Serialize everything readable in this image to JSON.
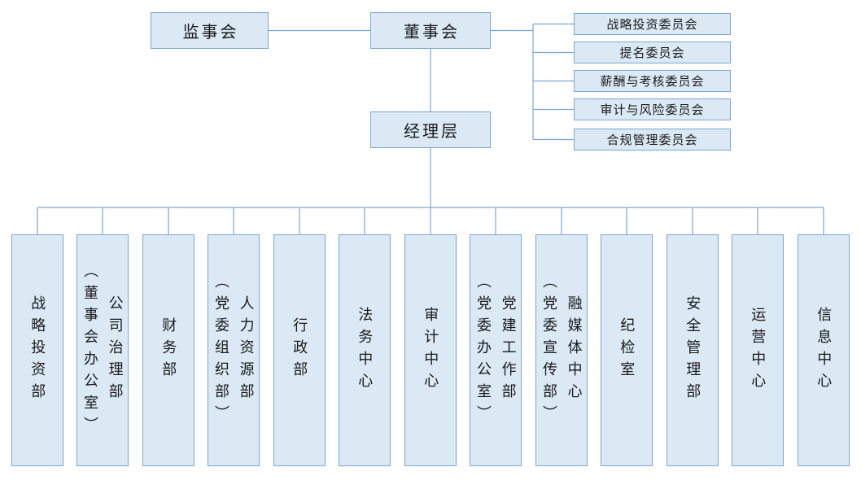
{
  "org": {
    "colors": {
      "box_fill": "#dbe9f5",
      "box_border": "#7aa6cf",
      "connector_line": "#7aa6cf",
      "background": "#ffffff"
    },
    "supervisory_board": {
      "label": "监事会"
    },
    "board": {
      "label": "董事会"
    },
    "management": {
      "label": "经理层"
    },
    "committees": [
      {
        "label": "战略投资委员会"
      },
      {
        "label": "提名委员会"
      },
      {
        "label": "薪酬与考核委员会"
      },
      {
        "label": "审计与风险委员会"
      },
      {
        "label": "合规管理委员会"
      }
    ],
    "departments": [
      {
        "label": "战略投资部"
      },
      {
        "label": "公司治理部\n（董事会办公室）"
      },
      {
        "label": "财务部"
      },
      {
        "label": "人力资源部\n（党委组织部）"
      },
      {
        "label": "行政部"
      },
      {
        "label": "法务中心"
      },
      {
        "label": "审计中心"
      },
      {
        "label": "党建工作部\n（党委办公室）"
      },
      {
        "label": "融媒体中心\n（党委宣传部）"
      },
      {
        "label": "纪检室"
      },
      {
        "label": "安全管理部"
      },
      {
        "label": "运营中心"
      },
      {
        "label": "信息中心"
      }
    ]
  }
}
